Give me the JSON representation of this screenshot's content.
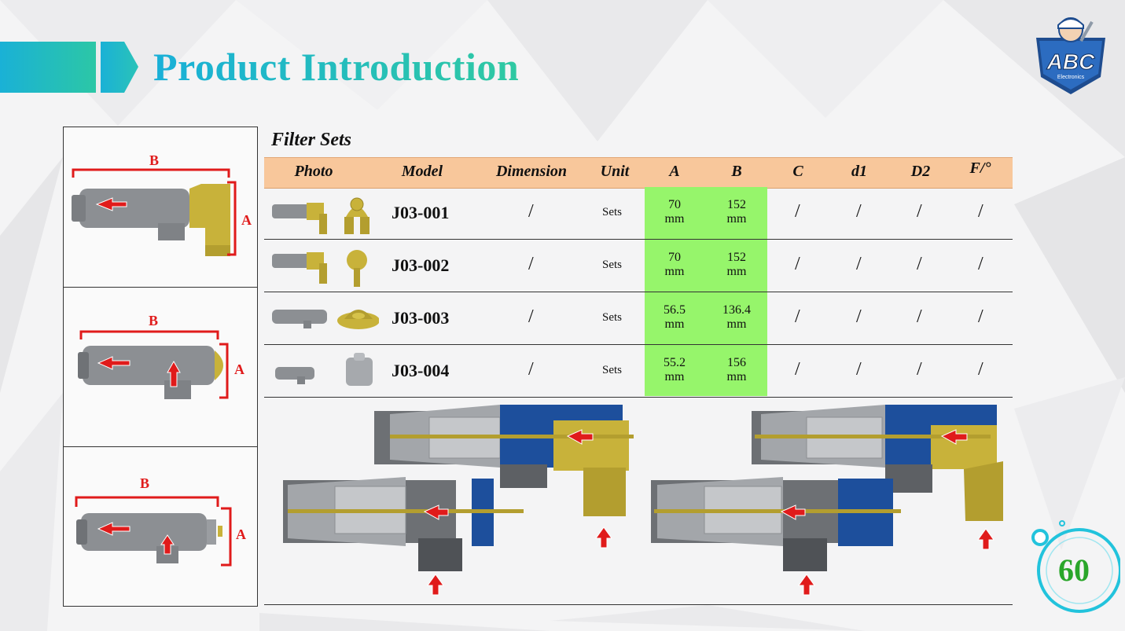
{
  "header": {
    "title": "Product Introduction"
  },
  "logo": {
    "main_text": "ABC",
    "sub_text": "Electronics"
  },
  "left_panel": {
    "figures": [
      {
        "label_width": "B",
        "label_height": "A"
      },
      {
        "label_width": "B",
        "label_height": "A"
      },
      {
        "label_width": "B",
        "label_height": "A"
      }
    ]
  },
  "table": {
    "section_title": "Filter Sets",
    "headers": [
      "Photo",
      "Model",
      "Dimension",
      "Unit",
      "A",
      "B",
      "C",
      "d1",
      "D2",
      "F/°"
    ],
    "rows": [
      {
        "model": "J03-001",
        "dimension": "/",
        "unit": "Sets",
        "a_value": "70",
        "a_unit": "mm",
        "b_value": "152",
        "b_unit": "mm",
        "c": "/",
        "d1": "/",
        "d2": "/",
        "f": "/"
      },
      {
        "model": "J03-002",
        "dimension": "/",
        "unit": "Sets",
        "a_value": "70",
        "a_unit": "mm",
        "b_value": "152",
        "b_unit": "mm",
        "c": "/",
        "d1": "/",
        "d2": "/",
        "f": "/"
      },
      {
        "model": "J03-003",
        "dimension": "/",
        "unit": "Sets",
        "a_value": "56.5",
        "a_unit": "mm",
        "b_value": "136.4",
        "b_unit": "mm",
        "c": "/",
        "d1": "/",
        "d2": "/",
        "f": "/"
      },
      {
        "model": "J03-004",
        "dimension": "/",
        "unit": "Sets",
        "a_value": "55.2",
        "a_unit": "mm",
        "b_value": "156",
        "b_unit": "mm",
        "c": "/",
        "d1": "/",
        "d2": "/",
        "f": "/"
      }
    ]
  },
  "page": {
    "number": "60"
  },
  "colors": {
    "accent_teal": "#1bb3d2",
    "highlight_green": "#96f56b",
    "header_orange": "#f8c79b",
    "arrow_red": "#e01b1b",
    "filter_gray": "#8a8d91",
    "cap_yellow": "#c8b23a",
    "cap_blue": "#1d4f9c"
  }
}
